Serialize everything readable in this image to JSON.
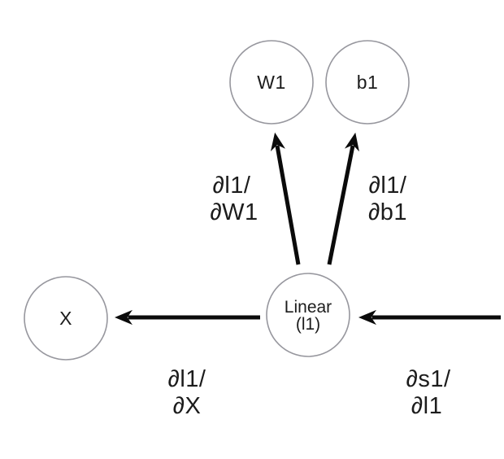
{
  "diagram": {
    "description": "Backpropagation through a linear layer: gradients flow from the incoming upstream gradient into the Linear (l1) node and out to W1, b1 and X.",
    "colors": {
      "background": "#ffffff",
      "node_stroke": "#97979e",
      "arrow": "#0b0b0b",
      "text": "#1c1c1c"
    },
    "nodes": {
      "w1": {
        "label": "W1"
      },
      "b1": {
        "label": "b1"
      },
      "x": {
        "label": "X"
      },
      "linear": {
        "line1": "Linear",
        "line2": "(l1)"
      }
    },
    "edge_labels": {
      "grad_w1": {
        "line1": "∂l1/",
        "line2": "∂W1"
      },
      "grad_b1": {
        "line1": "∂l1/",
        "line2": "∂b1"
      },
      "grad_x": {
        "line1": "∂l1/",
        "line2": "∂X"
      },
      "grad_l1": {
        "line1": "∂s1/",
        "line2": "∂l1"
      }
    }
  }
}
